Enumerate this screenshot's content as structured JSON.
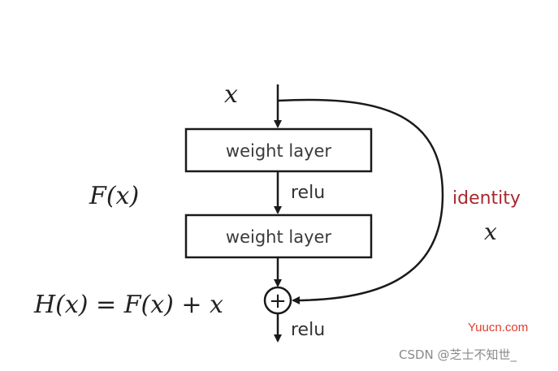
{
  "diagram": {
    "input_label": "x",
    "box1_label": "weight layer",
    "box2_label": "weight layer",
    "relu_mid_label": "relu",
    "relu_out_label": "relu",
    "fx_label": "F(x)",
    "hx_label": "H(x) = F(x) + x",
    "identity_label": "identity",
    "identity_x_label": "x",
    "plus_symbol": "+"
  },
  "watermarks": {
    "site": "Yuucn.com",
    "csdn": "CSDN @芝士不知世_"
  },
  "colors": {
    "stroke": "#1a1a1a",
    "identity_text": "#a8292f",
    "site_watermark": "#e03c2e",
    "csdn_watermark": "#8a8a8a"
  }
}
